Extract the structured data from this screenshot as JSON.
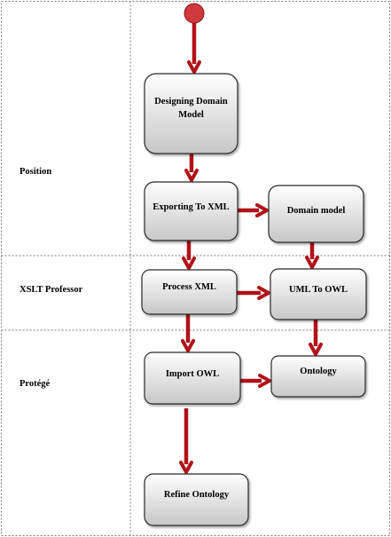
{
  "lanes": [
    {
      "id": "position",
      "label": "Position"
    },
    {
      "id": "xslt",
      "label": "XSLT Professor"
    },
    {
      "id": "protege",
      "label": "Protégé"
    }
  ],
  "nodes": [
    {
      "id": "designing",
      "lines": [
        "Designing Domain",
        "Model"
      ]
    },
    {
      "id": "exporting",
      "lines": [
        "Exporting To XML"
      ]
    },
    {
      "id": "domain_model",
      "lines": [
        "Domain model"
      ]
    },
    {
      "id": "process_xml",
      "lines": [
        "Process XML"
      ]
    },
    {
      "id": "uml_to_owl",
      "lines": [
        "UML To OWL"
      ]
    },
    {
      "id": "import_owl",
      "lines": [
        "Import OWL"
      ]
    },
    {
      "id": "ontology",
      "lines": [
        "Ontology"
      ]
    },
    {
      "id": "refine",
      "lines": [
        "Refine Ontology"
      ]
    }
  ],
  "edges": [
    {
      "from": "start",
      "to": "designing"
    },
    {
      "from": "designing",
      "to": "exporting"
    },
    {
      "from": "exporting",
      "to": "domain_model"
    },
    {
      "from": "exporting",
      "to": "process_xml"
    },
    {
      "from": "domain_model",
      "to": "uml_to_owl"
    },
    {
      "from": "process_xml",
      "to": "uml_to_owl"
    },
    {
      "from": "process_xml",
      "to": "import_owl"
    },
    {
      "from": "uml_to_owl",
      "to": "ontology"
    },
    {
      "from": "import_owl",
      "to": "ontology"
    },
    {
      "from": "import_owl",
      "to": "refine"
    }
  ],
  "colors": {
    "arrow": "#b01218",
    "start_node": "#d03a3f",
    "node_fill_top": "#ffffff",
    "node_fill_bottom": "#c7c7c7",
    "node_border": "#2b2b2b",
    "lane_border": "#7a7a7a"
  }
}
